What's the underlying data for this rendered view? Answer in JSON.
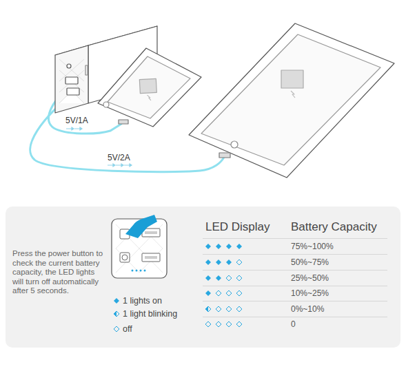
{
  "diagram": {
    "nodes": [
      {
        "text": [
          "Press the power button to check the current battery capacity, the LED lights will turn off automatically after 5 seconds."
        ]
      }
    ],
    "labels": [
      "5V/1A",
      "5V/2A",
      "LED Display",
      "Battery Capacity",
      "75%~100%",
      "50%~75%",
      "25%~50%",
      "10%~25%",
      "0%~10%",
      "0"
    ],
    "legend": [
      {
        "text": "1 lights on"
      },
      {
        "text": "1 light blinking"
      },
      {
        "text": "off"
      }
    ]
  }
}
